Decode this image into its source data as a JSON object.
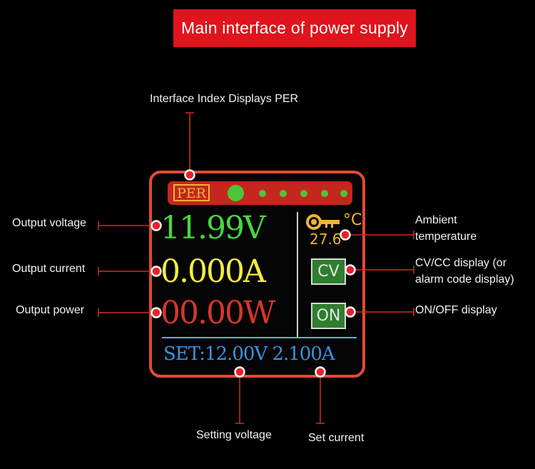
{
  "title": "Main interface of power supply",
  "screen": {
    "mode_index": "PER",
    "voltage": "11.99V",
    "current": "0.000A",
    "power": "00.00W",
    "temp_unit": "°C",
    "temperature": "27.6",
    "cv_cc": "CV",
    "on_off": "ON",
    "set_line": "SET:12.00V 2.100A"
  },
  "labels": {
    "interface_index": "Interface Index Displays PER",
    "output_voltage": "Output voltage",
    "output_current": "Output current",
    "output_power": "Output power",
    "ambient_temp_1": "Ambient",
    "ambient_temp_2": "temperature",
    "cvcc_1": "CV/CC display (or",
    "cvcc_2": "alarm code display)",
    "onoff": "ON/OFF display",
    "setting_voltage": "Setting voltage",
    "set_current": "Set current"
  },
  "colors": {
    "title_bg": "#e0141c",
    "callout_line": "#d42a22",
    "callout_dot": "#e8202a",
    "voltage": "#48d63f",
    "current": "#f4ec3e",
    "power": "#d8352c",
    "set": "#3e92df",
    "temp": "#ecb53b"
  }
}
